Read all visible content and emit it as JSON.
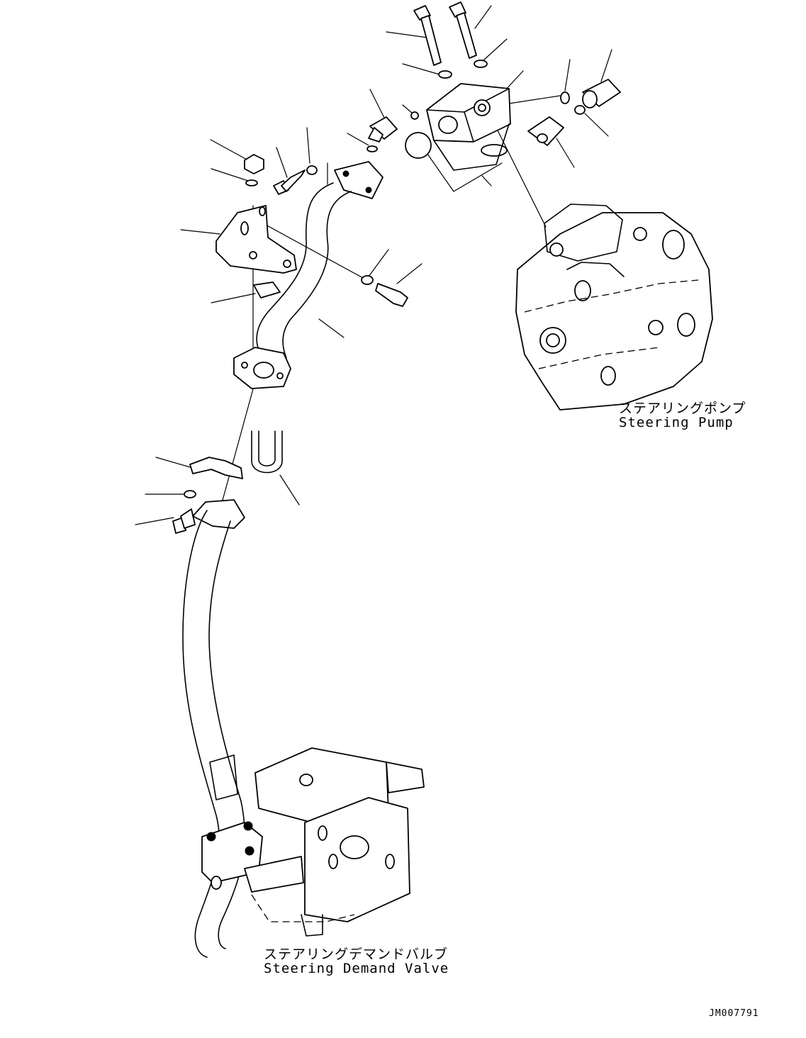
{
  "labels": {
    "steering_pump_jp": "ステアリングポンプ",
    "steering_pump_en": "Steering Pump",
    "steering_demand_valve_jp": "ステアリングデマンドバルブ",
    "steering_demand_valve_en": "Steering Demand Valve"
  },
  "drawing_code": "JM007791"
}
